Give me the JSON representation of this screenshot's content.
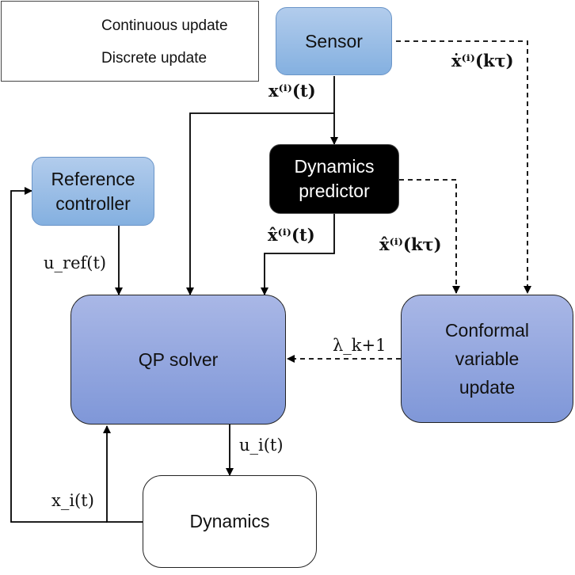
{
  "legend": {
    "continuous": "Continuous update",
    "discrete": "Discrete update"
  },
  "boxes": {
    "sensor": "Sensor",
    "dynamics_predictor": [
      "Dynamics",
      "predictor"
    ],
    "reference_controller": [
      "Reference",
      "controller"
    ],
    "qp_solver": "QP solver",
    "conformal_update": [
      "Conformal",
      "variable",
      "update"
    ],
    "dynamics": "Dynamics"
  },
  "labels": {
    "x_t": "x⁽ⁱ⁾(t)",
    "xdot_ktau": "ẋ⁽ⁱ⁾(kτ)",
    "xhat_t": "x̂⁽ⁱ⁾(t)",
    "xhat_ktau": "x̂⁽ⁱ⁾(kτ)",
    "u_ref": "u_ref(t)",
    "lambda": "λ_k+1",
    "u_i": "u_i(t)",
    "x_i": "x_i(t)"
  },
  "colors": {
    "sensor_fill": "#9fc1ea",
    "qp_fill": "#93a5de",
    "predictor_fill": "#000000",
    "line": "#000000"
  }
}
